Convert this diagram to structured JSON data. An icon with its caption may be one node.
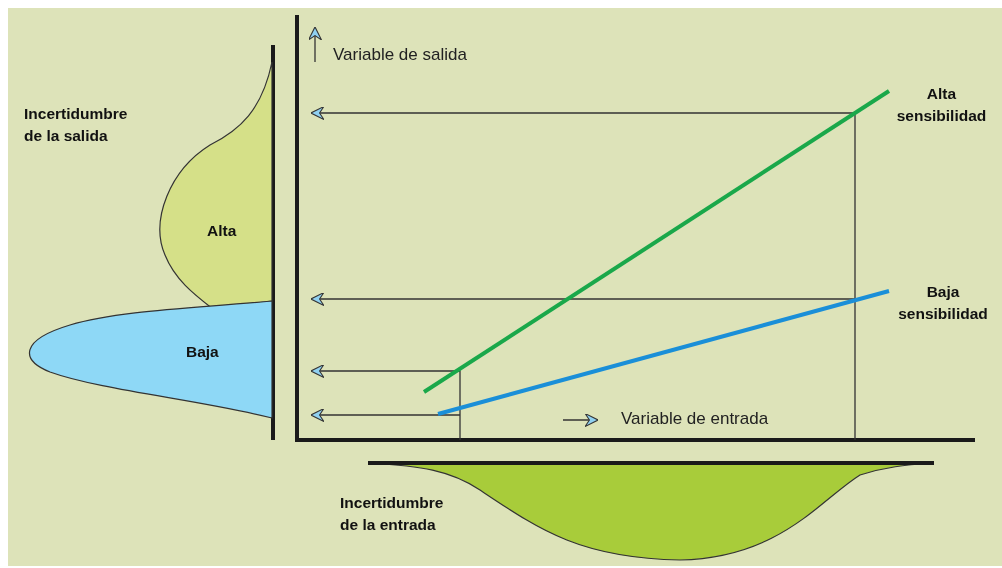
{
  "diagram": {
    "nodes": [
      {
        "text": [
          "Alta"
        ]
      },
      {
        "text": [
          "Baja"
        ]
      },
      {
        "text": [
          "Incertidumbre de la entrada"
        ]
      }
    ],
    "labels": [
      "Variable de salida",
      "Incertidumbre de la salida",
      "Alta sensibilidad",
      "Baja sensibilidad",
      "Variable de entrada"
    ]
  }
}
